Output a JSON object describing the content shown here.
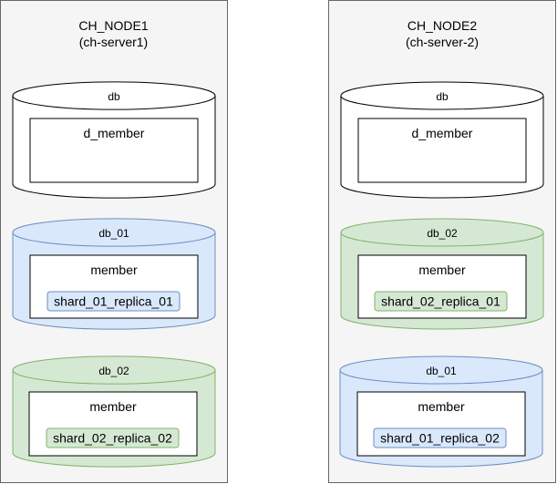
{
  "colors": {
    "node_bg": "#f5f5f5",
    "node_border": "#666666",
    "blue_fill": "#dae8fc",
    "blue_stroke": "#6c8ebf",
    "green_fill": "#d5e8d4",
    "green_stroke": "#82b366",
    "white": "#ffffff",
    "black": "#000000"
  },
  "nodes": [
    {
      "name": "CH_NODE1",
      "host": "(ch-server1)",
      "databases": [
        {
          "label": "db",
          "theme": "white",
          "table": "d_member",
          "shard": ""
        },
        {
          "label": "db_01",
          "theme": "blue",
          "table": "member",
          "shard": "shard_01_replica_01"
        },
        {
          "label": "db_02",
          "theme": "green",
          "table": "member",
          "shard": "shard_02_replica_02"
        }
      ]
    },
    {
      "name": "CH_NODE2",
      "host": "(ch-server-2)",
      "databases": [
        {
          "label": "db",
          "theme": "white",
          "table": "d_member",
          "shard": ""
        },
        {
          "label": "db_02",
          "theme": "green",
          "table": "member",
          "shard": "shard_02_replica_01"
        },
        {
          "label": "db_01",
          "theme": "blue",
          "table": "member",
          "shard": "shard_01_replica_02"
        }
      ]
    }
  ]
}
